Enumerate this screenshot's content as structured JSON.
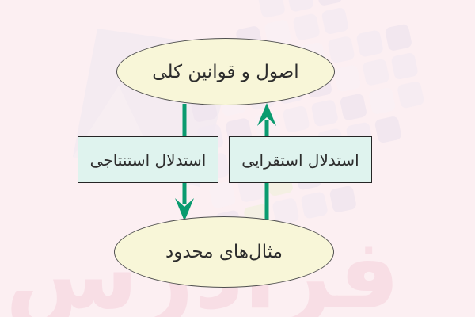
{
  "diagram": {
    "top_node": {
      "label": "اصول و قوانین کلی"
    },
    "bottom_node": {
      "label": "مثال‌های محدود"
    },
    "deductive_box": {
      "label": "استدلال استنتاجی"
    },
    "inductive_box": {
      "label": "استدلال استقرایی"
    }
  },
  "watermark": {
    "text": "فرادرس"
  },
  "colors": {
    "background": "#FCEFF2",
    "node_fill": "#F8F6D8",
    "label_fill": "#DFF3EE",
    "arrow": "#0A9B6F"
  }
}
